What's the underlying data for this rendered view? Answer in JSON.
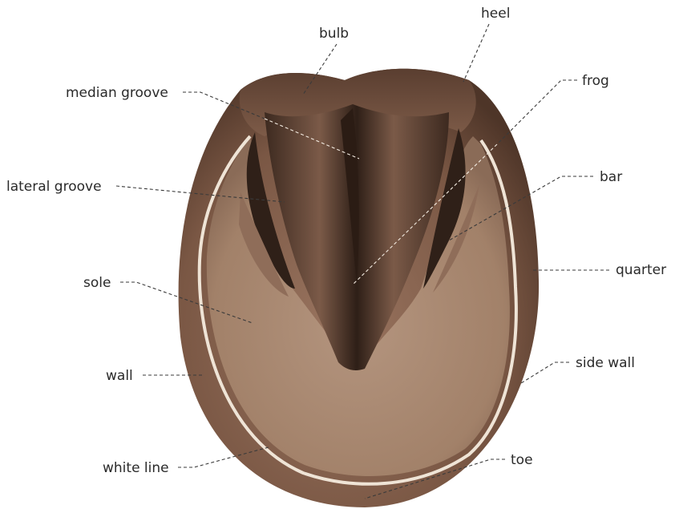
{
  "diagram": {
    "labels": {
      "bulb": "bulb",
      "heel": "heel",
      "median_groove": "median groove",
      "frog": "frog",
      "lateral_groove": "lateral groove",
      "bar": "bar",
      "quarter": "quarter",
      "sole": "sole",
      "side_wall": "side wall",
      "wall": "wall",
      "white_line": "white line",
      "toe": "toe"
    },
    "colors": {
      "wall": "#7a5744",
      "sole": "#a48470",
      "frog": "#6e4e3e",
      "groove": "#2f2018",
      "white_line": "#efe4d6"
    }
  }
}
